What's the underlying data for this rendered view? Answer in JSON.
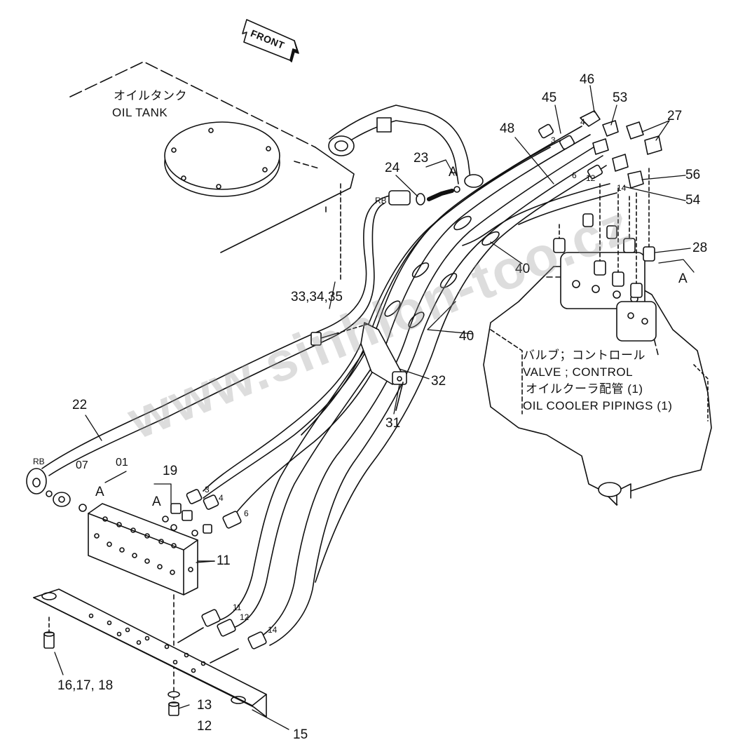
{
  "title_arrow": "FRONT",
  "oil_tank": {
    "jp": "オイルタンク",
    "en": "OIL TANK"
  },
  "valve_label": {
    "jp": "バルブ；コントロール",
    "en": "VALVE ; CONTROL"
  },
  "pipings_label": {
    "jp": "オイルクーラ配管 (1)",
    "en": "OIL COOLER PIPINGS (1)"
  },
  "watermark": "www.sinhlon-too.cz",
  "parts": {
    "p46": "46",
    "p45": "45",
    "p53": "53",
    "p27": "27",
    "p48": "48",
    "p24": "24",
    "p23": "23",
    "pA1": "A",
    "p56": "56",
    "p54": "54",
    "p28": "28",
    "pA2": "A",
    "p40a": "40",
    "p40b": "40",
    "p33": "33,34,35",
    "p32": "32",
    "p31": "31",
    "p22": "22",
    "p19": "19",
    "pA3": "A",
    "pA4": "A",
    "p11": "11",
    "p16": "16,17, 18",
    "p13": "13",
    "p12": "12",
    "p15": "15"
  },
  "hose_marks": {
    "rb1": "RB",
    "rb2": "RB",
    "m3a": "3",
    "m4a": "4",
    "m6a": "6",
    "m12a": "12",
    "m14a": "14",
    "m01a": "01",
    "m07": "07",
    "m3b": "3",
    "m4b": "4",
    "m6b": "6",
    "m11": "11",
    "m12b": "12",
    "m14b": "14"
  }
}
